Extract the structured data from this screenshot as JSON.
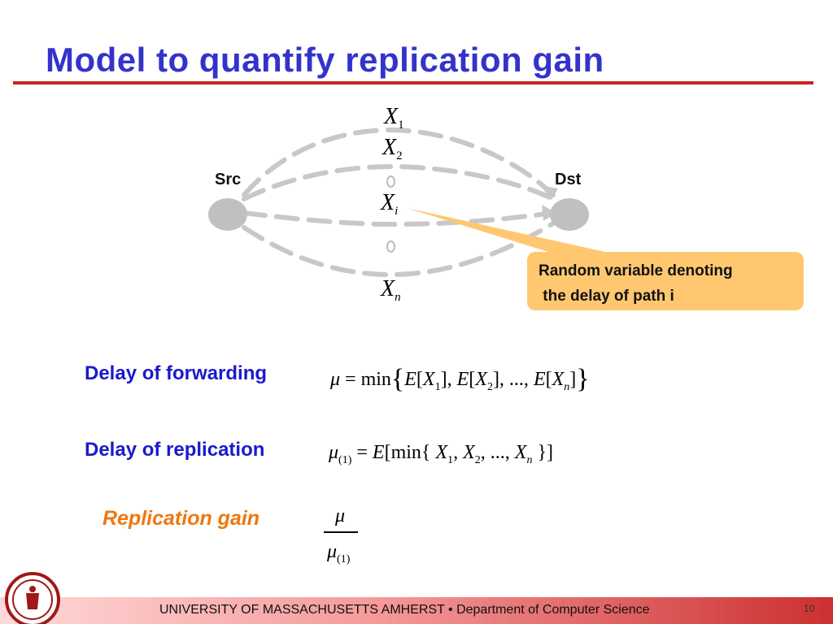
{
  "slide": {
    "title": "Model to quantify replication gain",
    "page_number": "10"
  },
  "diagram": {
    "src_label": "Src",
    "dst_label": "Dst",
    "paths": [
      {
        "var": "X",
        "sub": "1"
      },
      {
        "var": "X",
        "sub": "2"
      },
      {
        "var": "X",
        "sub": "i"
      },
      {
        "var": "X",
        "sub": "n"
      }
    ],
    "callout": {
      "line1": "Random variable denoting",
      "line2": " the delay of path i"
    }
  },
  "rows": {
    "forwarding_label": "Delay of forwarding",
    "replication_label": "Delay of replication",
    "gain_label": "Replication gain"
  },
  "footer": {
    "text": "UNIVERSITY OF MASSACHUSETTS AMHERST  •  Department of Computer Science"
  },
  "colors": {
    "title": "#3333cc",
    "rule": "#cc2222",
    "blue_label": "#1a1acc",
    "orange_label": "#ee7711",
    "callout_fill": "#ffc870",
    "footer_red": "#cc3030"
  }
}
